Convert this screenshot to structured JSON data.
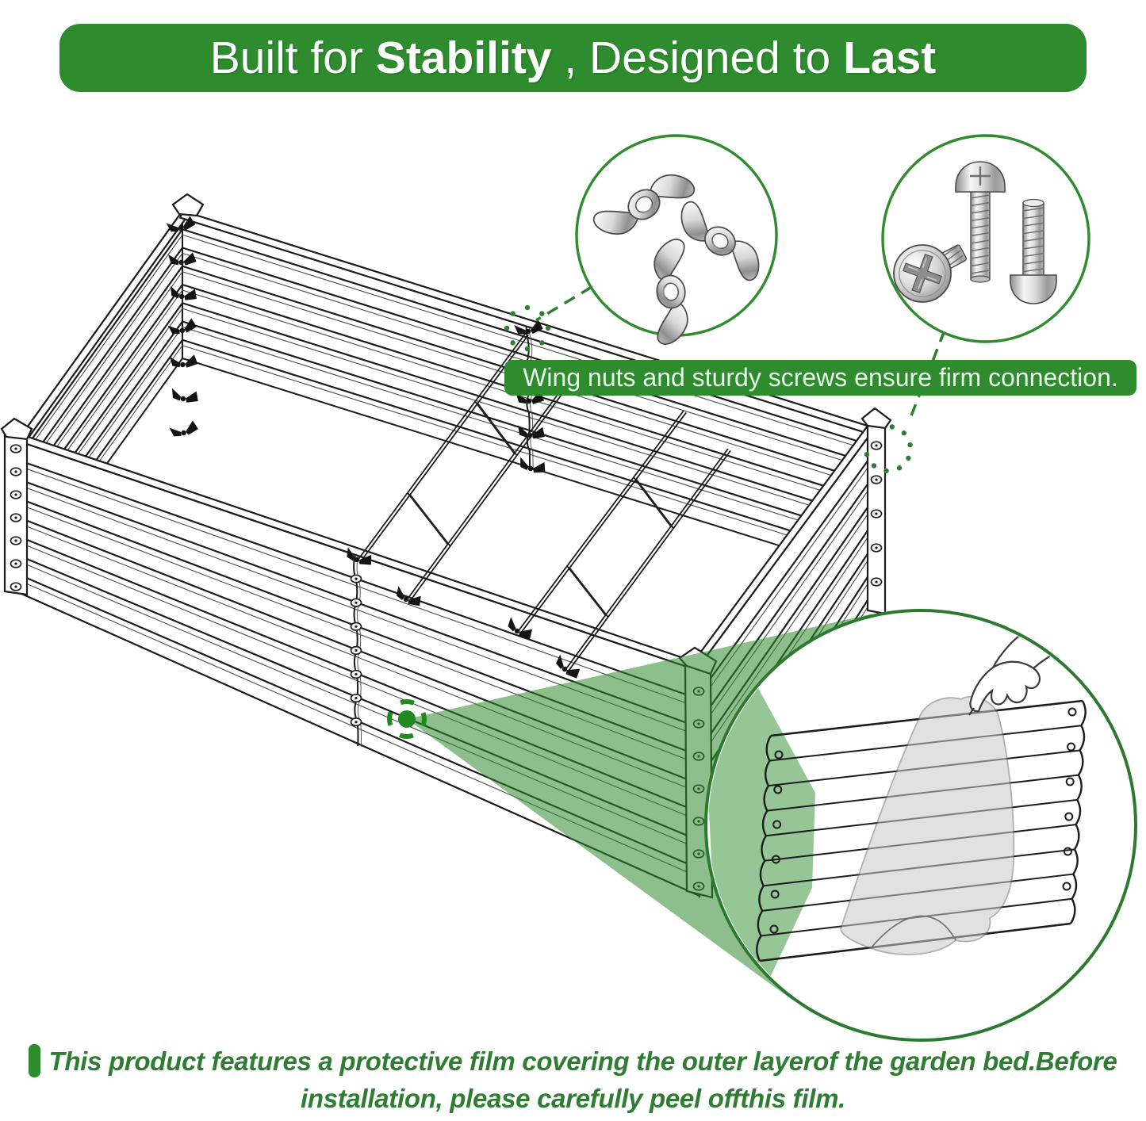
{
  "top_banner": {
    "part1": "Built for ",
    "part2_bold": "Stability",
    "part3": " , Designed to ",
    "part4_bold": "Last",
    "bg_color": "#2e8b2e",
    "text_color": "#ffffff"
  },
  "connection_callout": {
    "text": "Wing nuts and sturdy screws ensure firm connection.",
    "bg_color": "#2e8b2e",
    "text_color": "#e9f6e9"
  },
  "footer_note": {
    "line1": "This product features a protective film covering the outer layerof the garden bed.Before",
    "line2": "installation, please carefully peel offthis film.",
    "text_color": "#2e7d32",
    "marker_color": "#2e8b2e"
  },
  "illustrations": {
    "garden_bed": "corrugated metal raised garden bed line drawing",
    "wing_nuts_detail": "three stainless steel wing nuts",
    "screws_detail": "three phillips pan-head screws",
    "film_peel_detail": "hand peeling protective film off corrugated panel",
    "focus_target": "green focus target marker with beam"
  },
  "colors": {
    "accent_green": "#2e8b2e",
    "dark_green_text": "#2e7d32",
    "beam_green": "#2e8b2e",
    "line_art": "#1c1c1c"
  }
}
